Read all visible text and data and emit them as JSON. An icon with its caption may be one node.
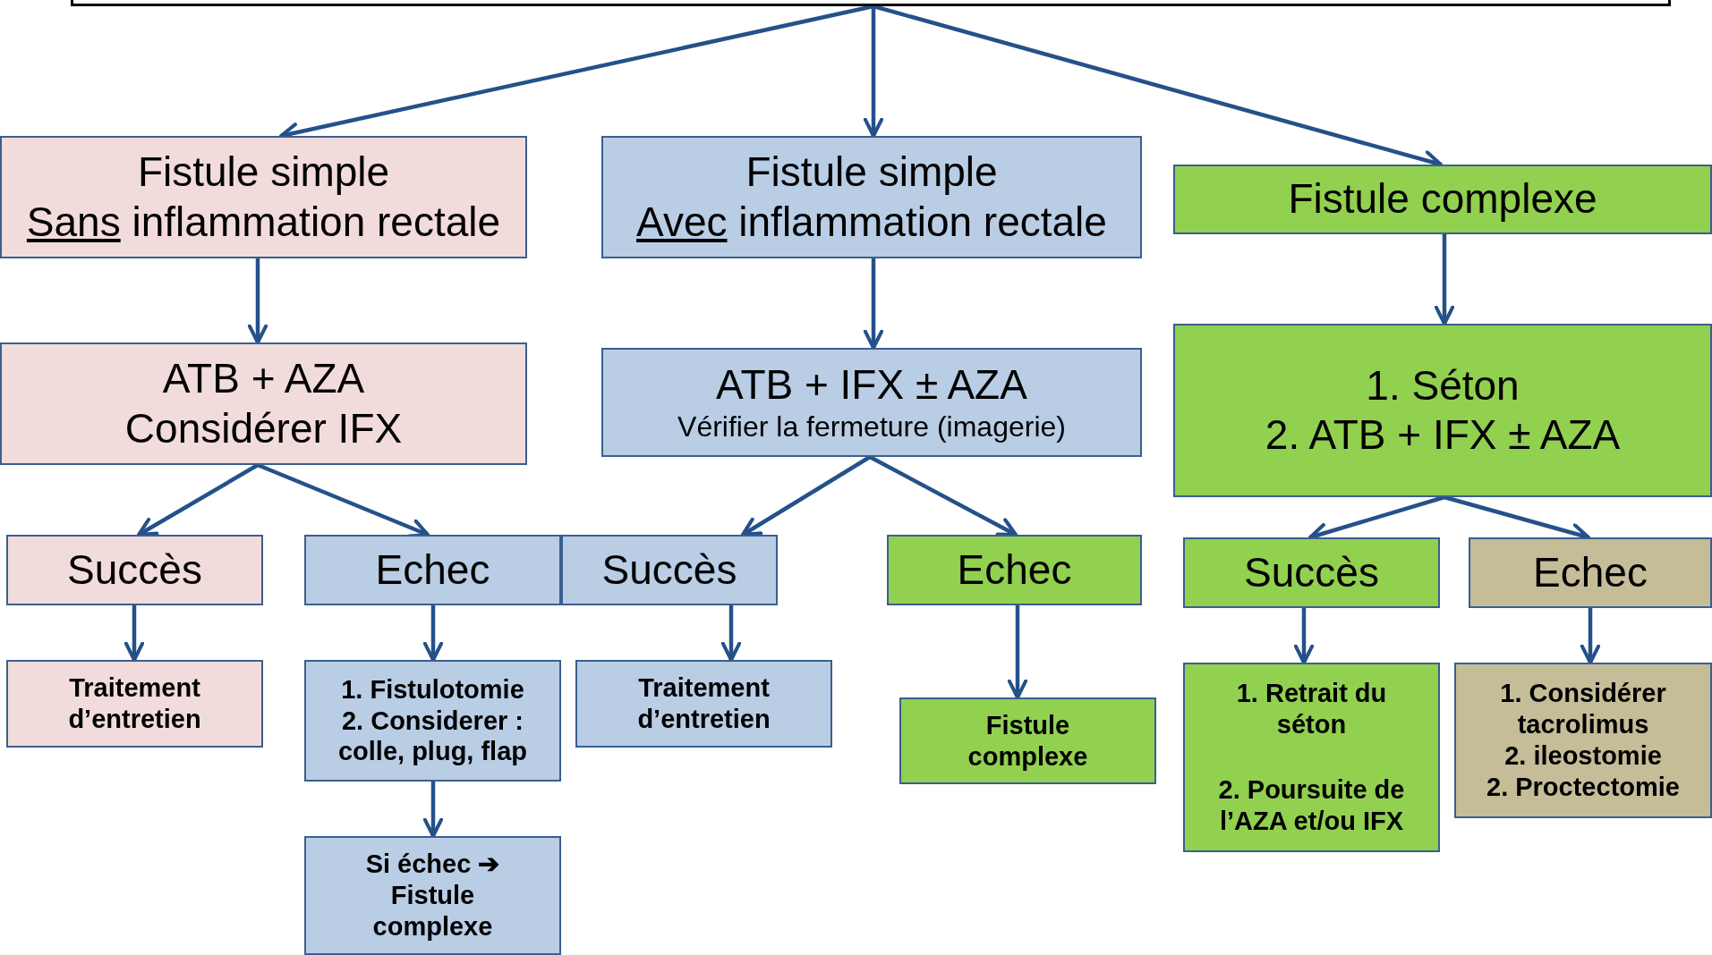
{
  "diagram": {
    "nodes": [
      {
        "text": [],
        "shape": "box"
      },
      {
        "text": [
          "Fistule simple",
          "Sans inflammation rectale"
        ]
      },
      {
        "text": [
          "Fistule simple",
          "Avec inflammation rectale"
        ]
      },
      {
        "text": [
          "Fistule complexe"
        ]
      },
      {
        "text": [
          "ATB + AZA",
          "Considérer IFX"
        ]
      },
      {
        "text": [
          "ATB + IFX ± AZA",
          "Vérifier la fermeture (imagerie)"
        ]
      },
      {
        "text": [
          "1. Séton",
          "2. ATB + IFX ± AZA"
        ]
      },
      {
        "text": [
          "Succès"
        ]
      },
      {
        "text": [
          "Echec"
        ]
      },
      {
        "text": [
          "Succès"
        ]
      },
      {
        "text": [
          "Echec"
        ]
      },
      {
        "text": [
          "Succès"
        ]
      },
      {
        "text": [
          "Echec"
        ]
      },
      {
        "text": [
          "Traitement d’entretien"
        ]
      },
      {
        "text": [
          "1. Fistulotomie",
          "2. Considerer : colle, plug, flap"
        ]
      },
      {
        "text": [
          "Traitement d’entretien"
        ]
      },
      {
        "text": [
          "Fistule complexe"
        ]
      },
      {
        "text": [
          "1. Retrait du séton",
          "2. Poursuite de l’AZA et/ou IFX"
        ]
      },
      {
        "text": [
          "1. Considérer tacrolimus",
          "2. ileostomie",
          "2. Proctectomie"
        ]
      },
      {
        "text": [
          "Si échec ➔ Fistule complexe"
        ]
      }
    ],
    "edges": [
      {
        "from": 0,
        "to": 1,
        "arrow": "to"
      },
      {
        "from": 0,
        "to": 2,
        "arrow": "to"
      },
      {
        "from": 0,
        "to": 3,
        "arrow": "to"
      },
      {
        "from": 1,
        "to": 4,
        "arrow": "to"
      },
      {
        "from": 2,
        "to": 5,
        "arrow": "to"
      },
      {
        "from": 3,
        "to": 6,
        "arrow": "to"
      },
      {
        "from": 4,
        "to": 7,
        "arrow": "to"
      },
      {
        "from": 4,
        "to": 8,
        "arrow": "to"
      },
      {
        "from": 5,
        "to": 9,
        "arrow": "to"
      },
      {
        "from": 5,
        "to": 10,
        "arrow": "to"
      },
      {
        "from": 6,
        "to": 11,
        "arrow": "to"
      },
      {
        "from": 6,
        "to": 12,
        "arrow": "to"
      },
      {
        "from": 7,
        "to": 13,
        "arrow": "to"
      },
      {
        "from": 8,
        "to": 14,
        "arrow": "to"
      },
      {
        "from": 9,
        "to": 15,
        "arrow": "to"
      },
      {
        "from": 10,
        "to": 16,
        "arrow": "to"
      },
      {
        "from": 11,
        "to": 17,
        "arrow": "to"
      },
      {
        "from": 12,
        "to": 18,
        "arrow": "to"
      },
      {
        "from": 14,
        "to": 19,
        "arrow": "to"
      }
    ]
  }
}
